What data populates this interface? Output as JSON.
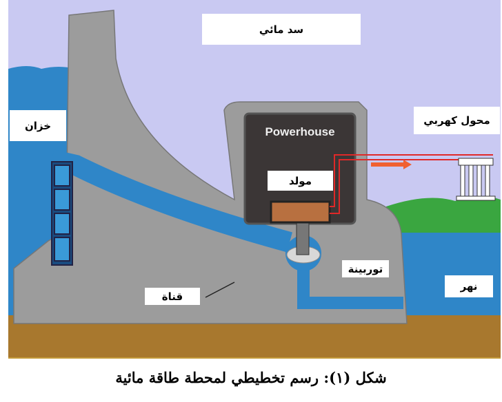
{
  "labels": {
    "dam": "سد مائي",
    "reservoir": "خزان",
    "transformer": "محول كهربي",
    "powerhouse": "Powerhouse",
    "generator": "مولد",
    "turbine": "توربينة",
    "penstock": "قناة",
    "river": "نهر"
  },
  "caption": "شكل (١): رسم تخطيطي لمحطة طاقة مائية",
  "colors": {
    "sky": "#c9c9f2",
    "water": "#2f86c8",
    "dam": "#9c9c9c",
    "ground": "#a8782e",
    "hill": "#3aa640",
    "powerhouse": "#3b3636"
  }
}
